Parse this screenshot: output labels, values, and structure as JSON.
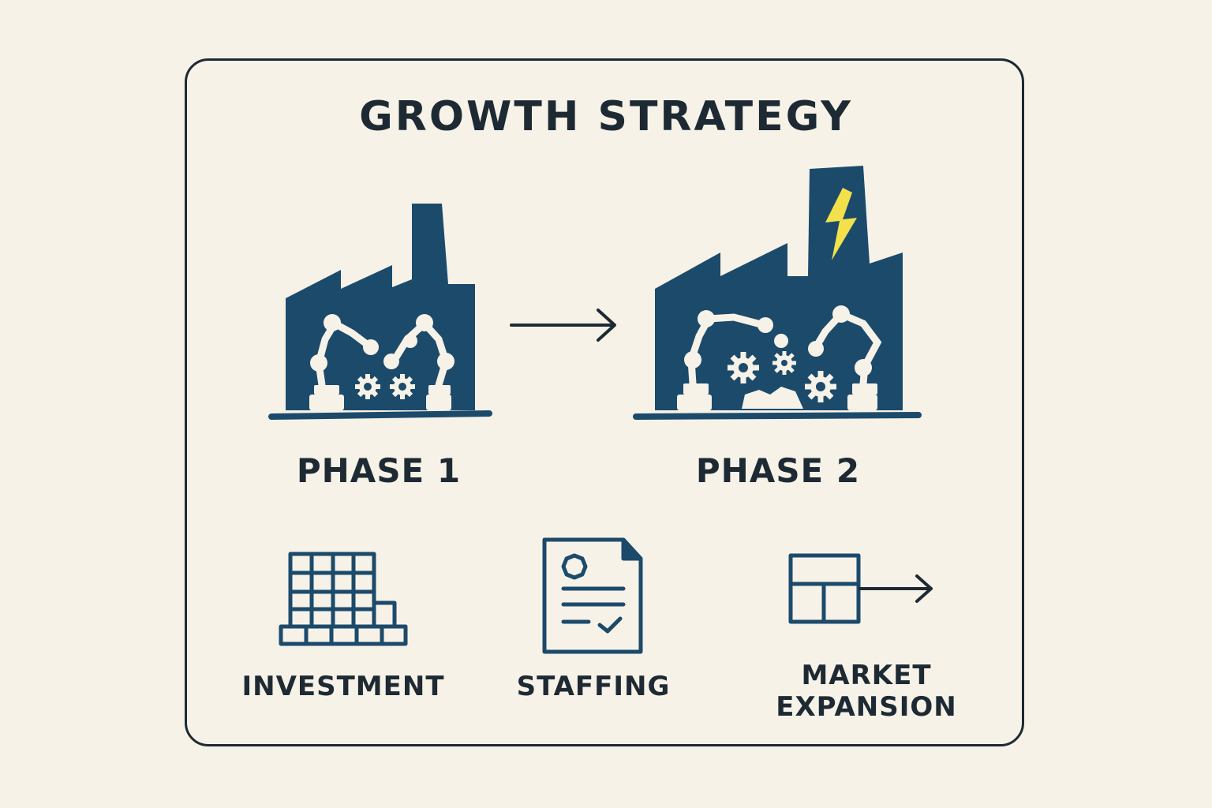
{
  "title": "GROWTH STRATEGY",
  "phases": [
    {
      "label": "PHASE 1",
      "icon": "factory-icon"
    },
    {
      "label": "PHASE 2",
      "icon": "factory-power-icon"
    }
  ],
  "flow_arrow_icon": "arrow-right-icon",
  "pillars": [
    {
      "label": "INVESTMENT",
      "icon": "stacked-boxes-icon"
    },
    {
      "label": "STAFFING",
      "icon": "document-checklist-icon"
    },
    {
      "label": "MARKET\nEXPANSION",
      "icon": "layout-arrow-icon"
    }
  ],
  "colors": {
    "background": "#f6f2e8",
    "navy": "#1c4a6b",
    "ink": "#1e2a33",
    "bolt": "#f2e14b",
    "machinery": "#f6f2e8"
  }
}
